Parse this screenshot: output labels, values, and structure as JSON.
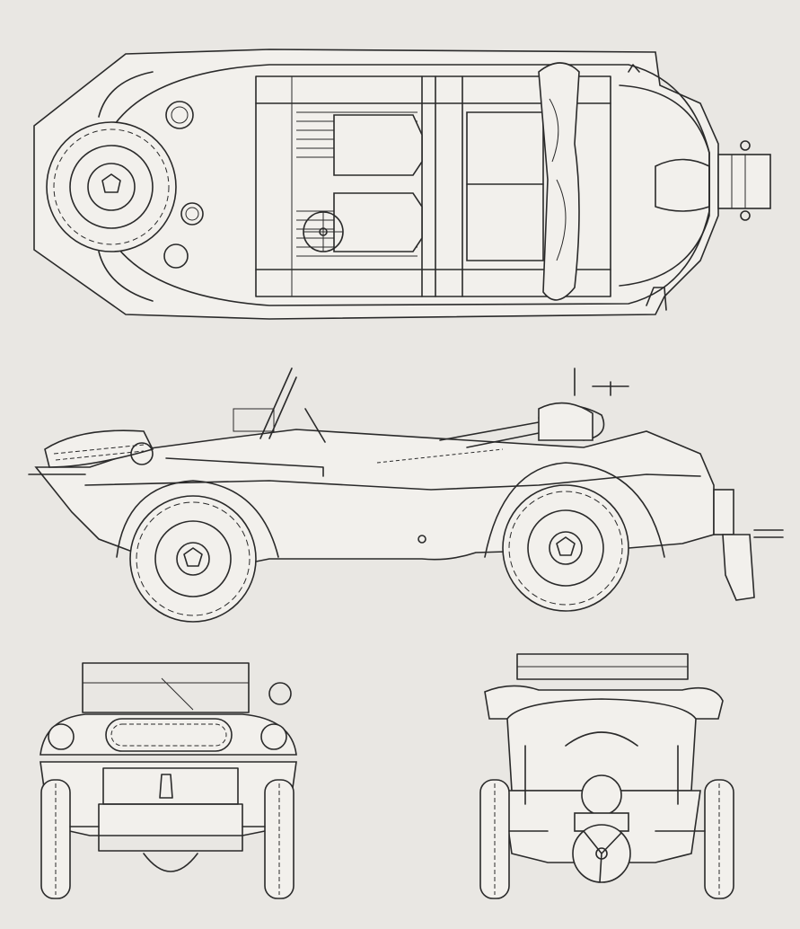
{
  "drawing": {
    "paper_color": "#e9e7e3",
    "ink_color": "#2a2a2a",
    "views": [
      "top-view",
      "side-view",
      "front-view",
      "rear-view"
    ]
  }
}
